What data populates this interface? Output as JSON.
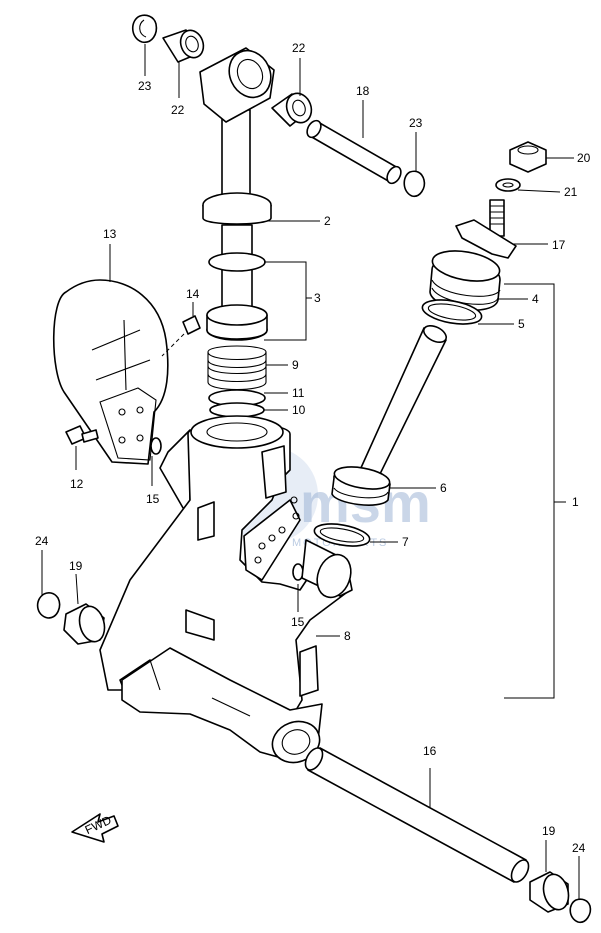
{
  "labels": {
    "p1": "1",
    "p2": "2",
    "p3": "3",
    "p4": "4",
    "p5": "5",
    "p6": "6",
    "p7": "7",
    "p8": "8",
    "p9": "9",
    "p10": "10",
    "p11": "11",
    "p12": "12",
    "p13": "13",
    "p14": "14",
    "p15a": "15",
    "p15b": "15",
    "p16": "16",
    "p17": "17",
    "p18": "18",
    "p19a": "19",
    "p19b": "19",
    "p20": "20",
    "p21": "21",
    "p22a": "22",
    "p22b": "22",
    "p23a": "23",
    "p23b": "23",
    "p24a": "24",
    "p24b": "24"
  },
  "fwd_arrow": "FWD",
  "watermark": {
    "brand": "msm",
    "sub": "MOTORPARTS"
  },
  "colors": {
    "line": "#000000",
    "watermark": "#9fb6d6"
  }
}
